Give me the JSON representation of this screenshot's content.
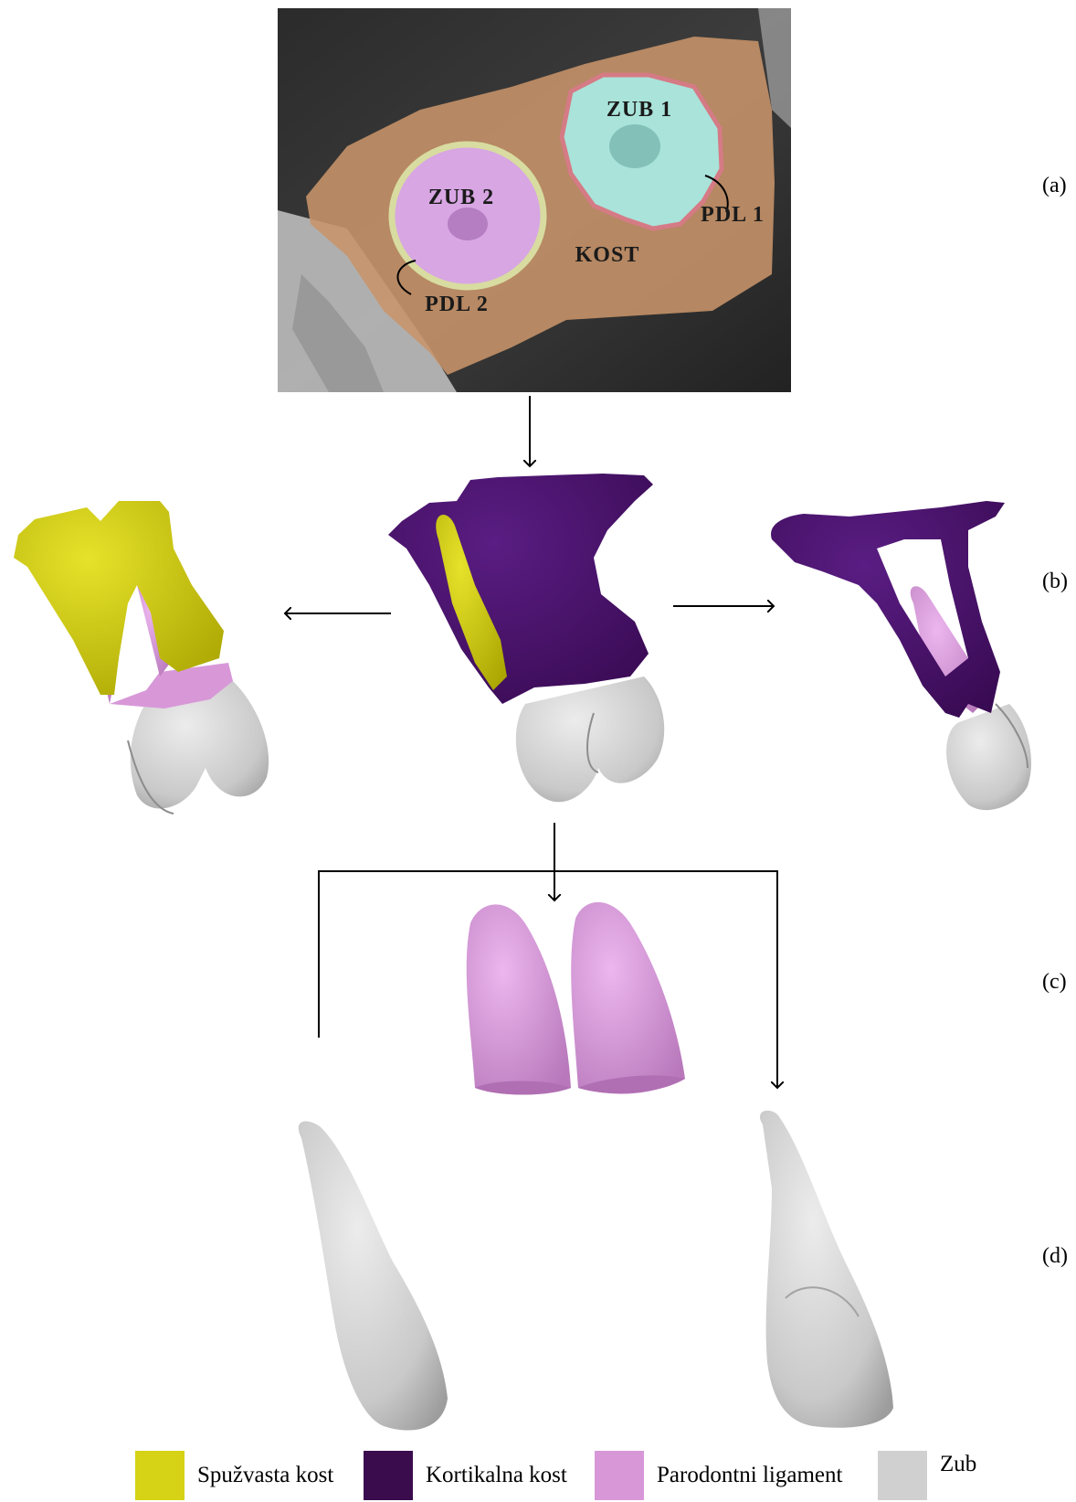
{
  "ct_scan": {
    "labels": {
      "tooth1": "ZUB 1",
      "tooth2": "ZUB 2",
      "bone": "KOST",
      "pdl1": "PDL 1",
      "pdl2": "PDL 2"
    }
  },
  "panels": {
    "a": "(a)",
    "b": "(b)",
    "c": "(c)",
    "d": "(d)"
  },
  "legend": [
    {
      "label": "Spužvasta kost",
      "color": "#d6d216"
    },
    {
      "label": "Kortikalna kost",
      "color": "#3a0c4e"
    },
    {
      "label": "Parodontni ligament",
      "color": "#d898d8"
    },
    {
      "label": "Zub",
      "color": "#d0d0d0"
    }
  ],
  "colors": {
    "cortical": "#4a1670",
    "cancellous": "#cfcc10",
    "pdl": "#d79ad9",
    "tooth": "#cfcfcf",
    "bone_overlay": "#c8946a",
    "tooth1_overlay": "#a6e3da",
    "tooth2_overlay": "#d7a6e3"
  }
}
